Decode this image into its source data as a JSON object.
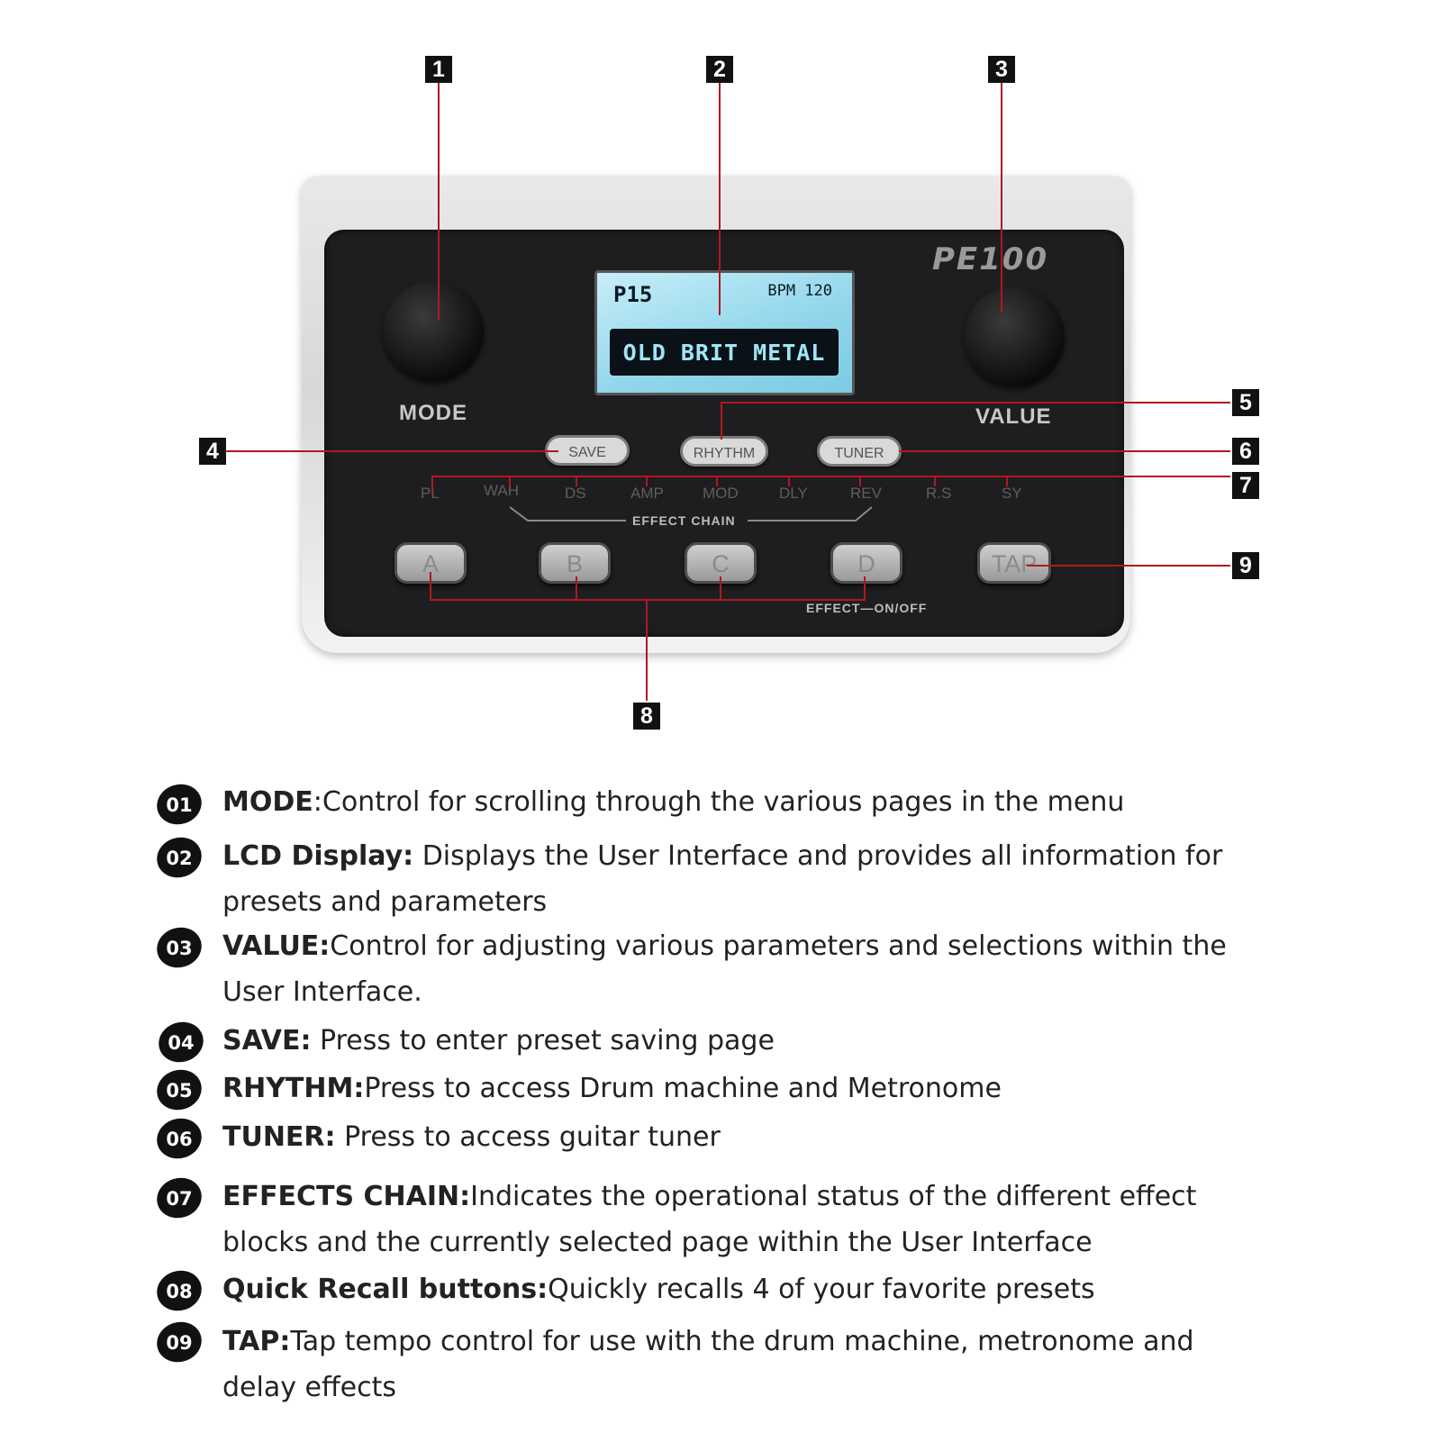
{
  "device": {
    "brand": "PE100",
    "mode_label": "MODE",
    "value_label": "VALUE",
    "lcd": {
      "preset": "P15",
      "bpm": "BPM 120",
      "name": "OLD BRIT METAL"
    },
    "buttons": {
      "save": "SAVE",
      "rhythm": "RHYTHM",
      "tuner": "TUNER"
    },
    "effects": [
      "PL",
      "WAH",
      "DS",
      "AMP",
      "MOD",
      "DLY",
      "REV",
      "R.S",
      "SY"
    ],
    "effect_chain_label": "EFFECT CHAIN",
    "footswitches": [
      "A",
      "B",
      "C",
      "D",
      "TAP"
    ],
    "effect_onoff_label": "EFFECT—ON/OFF"
  },
  "callouts": [
    "1",
    "2",
    "3",
    "4",
    "5",
    "6",
    "7",
    "8",
    "9"
  ],
  "legend": [
    {
      "number": "01",
      "term": "MODE",
      "sep": ":",
      "text": "Control for scrolling through the various pages in the menu"
    },
    {
      "number": "02",
      "term": "LCD Display:",
      "sep": " ",
      "text": "Displays the User Interface and provides all information for presets and parameters"
    },
    {
      "number": "03",
      "term": "VALUE:",
      "sep": "",
      "text": "Control for adjusting various parameters and selections within the User Interface."
    },
    {
      "number": "04",
      "term": "SAVE:",
      "sep": " ",
      "text": "Press to enter preset saving page"
    },
    {
      "number": "05",
      "term": "RHYTHM:",
      "sep": "",
      "text": "Press to access Drum machine and Metronome"
    },
    {
      "number": "06",
      "term": "TUNER:",
      "sep": " ",
      "text": "Press to access guitar tuner"
    },
    {
      "number": "07",
      "term": "EFFECTS CHAIN:",
      "sep": "",
      "text": "Indicates the operational status of the different effect blocks and the currently selected page within the User Interface"
    },
    {
      "number": "08",
      "term": "Quick Recall buttons:",
      "sep": "",
      "text": "Quickly recalls 4 of your favorite presets"
    },
    {
      "number": "09",
      "term": "TAP:",
      "sep": "",
      "text": "Tap tempo control for use with the drum machine, metronome and delay effects"
    }
  ],
  "colors": {
    "leader_line": "#b0191e",
    "panel": "#1e1e20",
    "lcd": "#8fd5ea"
  }
}
